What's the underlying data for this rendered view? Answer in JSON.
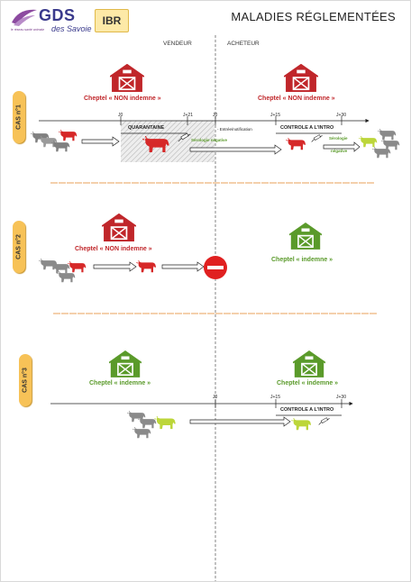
{
  "header": {
    "logo_text": "GDS",
    "logo_sub": "des Savoie",
    "logo_tagline": "le réseau santé animale",
    "disease_tag": "IBR",
    "title": "MALADIES RÉGLEMENTÉES"
  },
  "columns": {
    "seller": "VENDEUR",
    "buyer": "ACHETEUR"
  },
  "colors": {
    "red": "#c0262a",
    "green": "#5a9a2a",
    "grey": "#7f7f7f",
    "lime": "#bcd63a",
    "tab": "#f7c257",
    "orange_divider": "#e8a05a"
  },
  "case1": {
    "label": "CAS n°1",
    "seller_herd": "Cheptel « NON indemne »",
    "buyer_herd": "Cheptel « NON indemne »",
    "ticks": {
      "j0_seller": "J0",
      "j21": "J+21",
      "j0_buyer": "J0",
      "j15": "J+15",
      "j30": "J+30"
    },
    "quarantine": "QUARANTAINE",
    "serology_seller": "Sérologie négative",
    "entry_note": "- Entrée/notification",
    "control": "CONTROLE A L'INTRO",
    "serology_buyer_1": "Sérologie",
    "serology_buyer_2": "négative"
  },
  "case2": {
    "label": "CAS n°2",
    "seller_herd": "Cheptel « NON indemne »",
    "buyer_herd": "Cheptel « indemne »"
  },
  "case3": {
    "label": "CAS n°3",
    "seller_herd": "Cheptel « indemne »",
    "buyer_herd": "Cheptel « indemne »",
    "ticks": {
      "j0": "J0",
      "j15": "J+15",
      "j30": "J+30"
    },
    "control": "CONTROLE A L'INTRO"
  }
}
